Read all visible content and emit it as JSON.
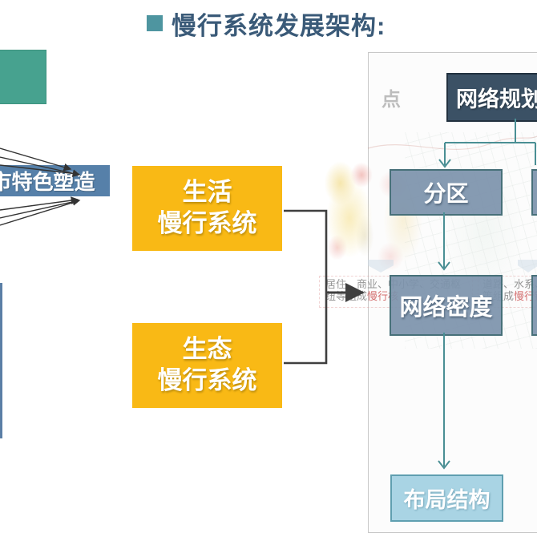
{
  "slide": {
    "title": "慢行系统发展架构:"
  },
  "left_column": {
    "city_feature_label": "市特色塑造"
  },
  "middle": {
    "boxes": [
      {
        "line1": "生活",
        "line2": "慢行系统"
      },
      {
        "line1": "生态",
        "line2": "慢行系统"
      }
    ],
    "box_color": "#F9B915"
  },
  "panel": {
    "corner_watermark": "点",
    "root_box_label": "网络规划",
    "zoning_label": "分区",
    "density_label": "网络密度",
    "layout_label": "布局结构",
    "caption_core": {
      "line1": "居住、商业、中小学、交通枢",
      "line2_prefix": "纽等组成",
      "line2_highlight": "慢行核"
    },
    "caption_chain": {
      "line1": "道路、水系、绿带",
      "line2_prefix": "等组成",
      "line2_highlight": "慢行链条"
    }
  },
  "colors": {
    "title_text": "#3A5A78",
    "title_bullet": "#4E95A0",
    "teal_box": "#47A28F",
    "city_box": "#5680A9",
    "yellow": "#F9B915",
    "root_box": "#3B5165",
    "mid_box": "#7C93AB",
    "mid_box_border": "#477079",
    "layout_box": "#A9D4E4",
    "teal_connector": "#4A8F94",
    "black_connector": "#3F3F3F"
  }
}
